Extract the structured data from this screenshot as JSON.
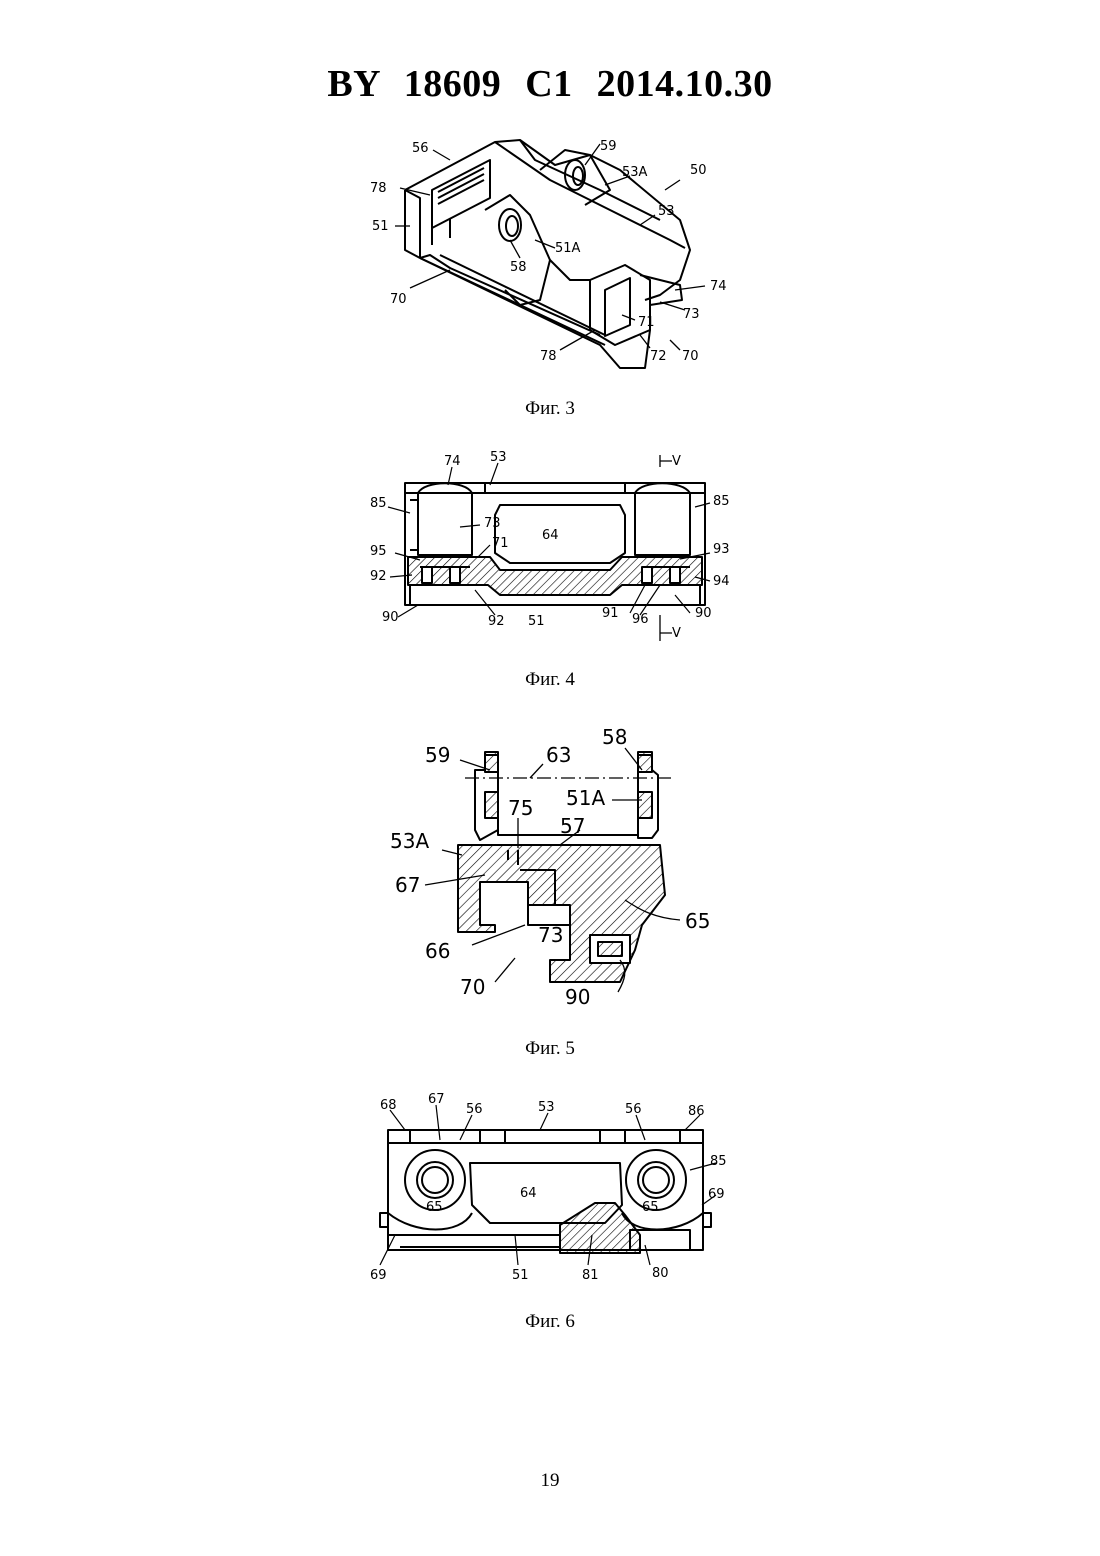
{
  "header": "BY 18609 C1 2014.10.30",
  "figures": [
    {
      "caption": "Фиг. 3",
      "labels": [
        "56",
        "59",
        "53A",
        "50",
        "78",
        "51",
        "51A",
        "53",
        "58",
        "74",
        "70",
        "73",
        "71",
        "78",
        "72",
        "70"
      ]
    },
    {
      "caption": "Фиг. 4",
      "labels": [
        "74",
        "53",
        "V",
        "85",
        "85",
        "73",
        "64",
        "95",
        "71",
        "93",
        "92",
        "94",
        "90",
        "92",
        "51",
        "91",
        "96",
        "90",
        "V"
      ]
    },
    {
      "caption": "Фиг. 5",
      "labels": [
        "59",
        "63",
        "58",
        "75",
        "51A",
        "53A",
        "57",
        "67",
        "65",
        "66",
        "73",
        "90",
        "70"
      ]
    },
    {
      "caption": "Фиг. 6",
      "labels": [
        "68",
        "67",
        "56",
        "53",
        "56",
        "86",
        "85",
        "64",
        "65",
        "65",
        "69",
        "69",
        "51",
        "81",
        "80"
      ]
    }
  ],
  "page_number": "19"
}
